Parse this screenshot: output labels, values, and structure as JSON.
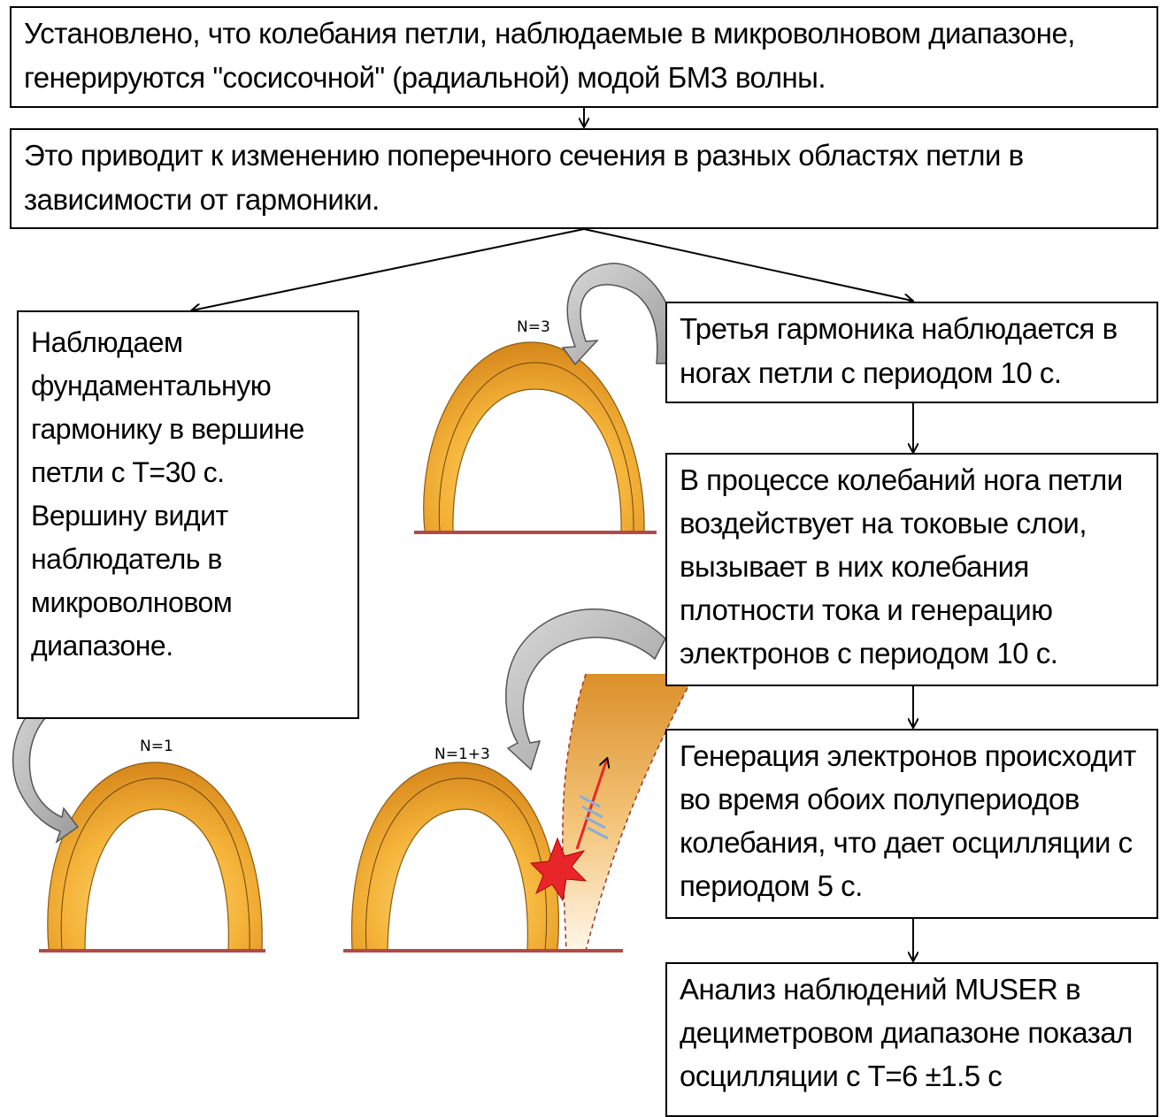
{
  "boxes": {
    "top": "Установлено, что колебания петли, наблюдаемые в микроволновом диапазоне, генерируются \"сосисочной\" (радиальной) модой БМЗ волны.",
    "second": "Это приводит к изменению поперечного сечения в разных областях петли в зависимости от гармоники.",
    "left": "Наблюдаем фундаментальную гармонику в вершине петли с Т=30 с. Вершину видит наблюдатель в микроволновом диапазоне.",
    "third_harmonic": "Третья гармоника наблюдается в ногах петли с периодом 10 с.",
    "process": "В процессе колебаний нога петли воздействует на токовые слои, вызывает в них колебания плотности тока и генерацию электронов с периодом 10 с.",
    "generation": "Генерация электронов происходит во время обоих полупериодов колебания, что дает осцилляции с периодом 5 с.",
    "muser": "Анализ наблюдений MUSER в дециметровом диапазоне показал осцилляции с Т=6 ±1.5 с"
  },
  "labels": {
    "n3": "N=3",
    "n1": "N=1",
    "n13": "N=1+3"
  },
  "colors": {
    "loop_dark": "#d98a17",
    "loop_light": "#fbd25e",
    "ground": "#b34a4a",
    "arrow_fill": "#b8b8b8",
    "burst": "#e8262a"
  }
}
